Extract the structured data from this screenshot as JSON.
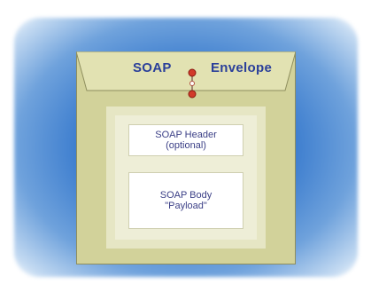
{
  "envelope": {
    "title_left": "SOAP",
    "title_right": "Envelope"
  },
  "header_box": {
    "line1": "SOAP Header",
    "line2": "(optional)"
  },
  "body_box": {
    "line1": "SOAP Body",
    "line2": "\"Payload\""
  },
  "colors": {
    "frame": "#3f7fcf",
    "envelope": "#d2d29a",
    "title_text": "#2a3f9a",
    "clasp": "#d23a2a"
  }
}
